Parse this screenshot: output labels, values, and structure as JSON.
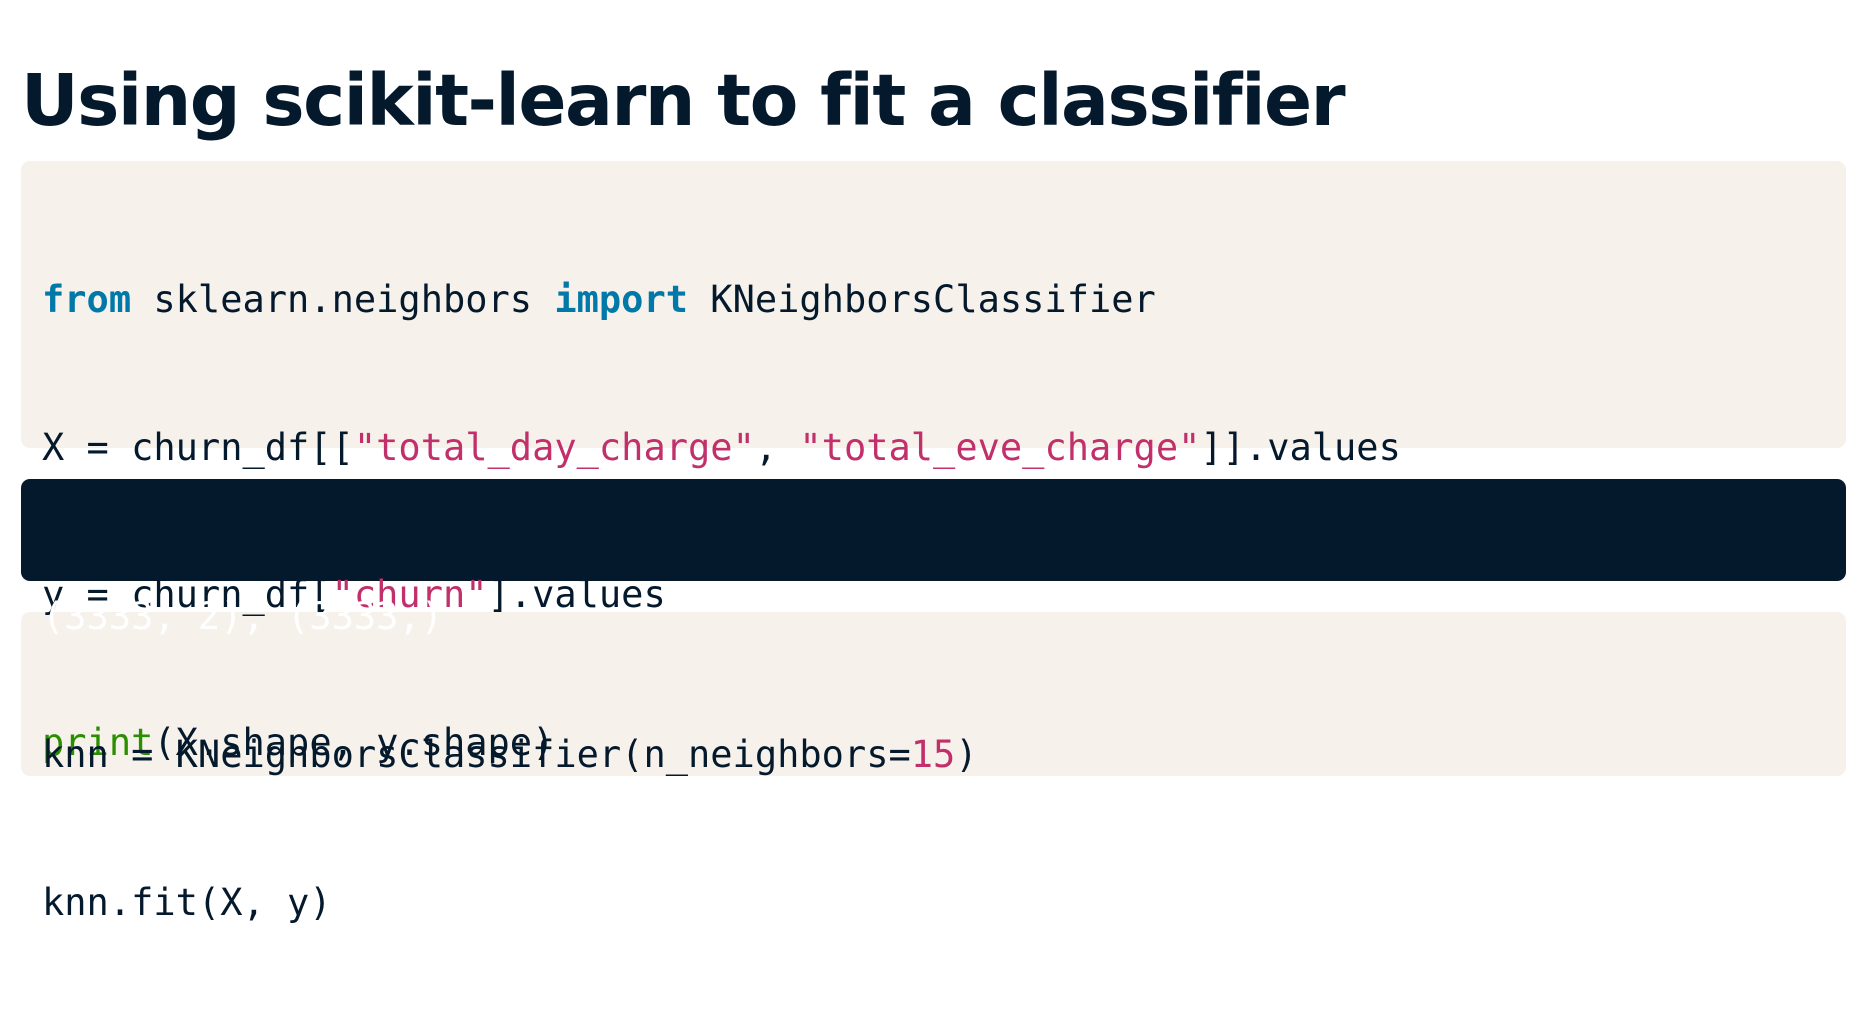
{
  "title": "Using scikit-learn to fit a classifier",
  "colors": {
    "title": "#05192d",
    "code_background": "#f6f2eb",
    "output_background": "#05192d",
    "keyword": "#0078a8",
    "string": "#c1306a",
    "number": "#c1306a",
    "builtin": "#2a8f00"
  },
  "code_block_1": {
    "line_1": {
      "kw_from": "from",
      "module": " sklearn.neighbors ",
      "kw_import": "import",
      "name": " KNeighborsClassifier"
    },
    "line_2": {
      "prefix": "X = churn_df[[",
      "str_1": "\"total_day_charge\"",
      "sep": ", ",
      "str_2": "\"total_eve_charge\"",
      "suffix": "]].values"
    },
    "line_3": {
      "prefix": "y = churn_df[",
      "str_1": "\"churn\"",
      "suffix": "].values"
    },
    "line_4": {
      "fn": "print",
      "args": "(X.shape, y.shape)"
    }
  },
  "output_block": {
    "line_1": "(3333, 2), (3333,)"
  },
  "code_block_2": {
    "line_1": {
      "prefix": "knn = KNeighborsClassifier(n_neighbors=",
      "num": "15",
      "suffix": ")"
    },
    "line_2": "knn.fit(X, y)"
  }
}
